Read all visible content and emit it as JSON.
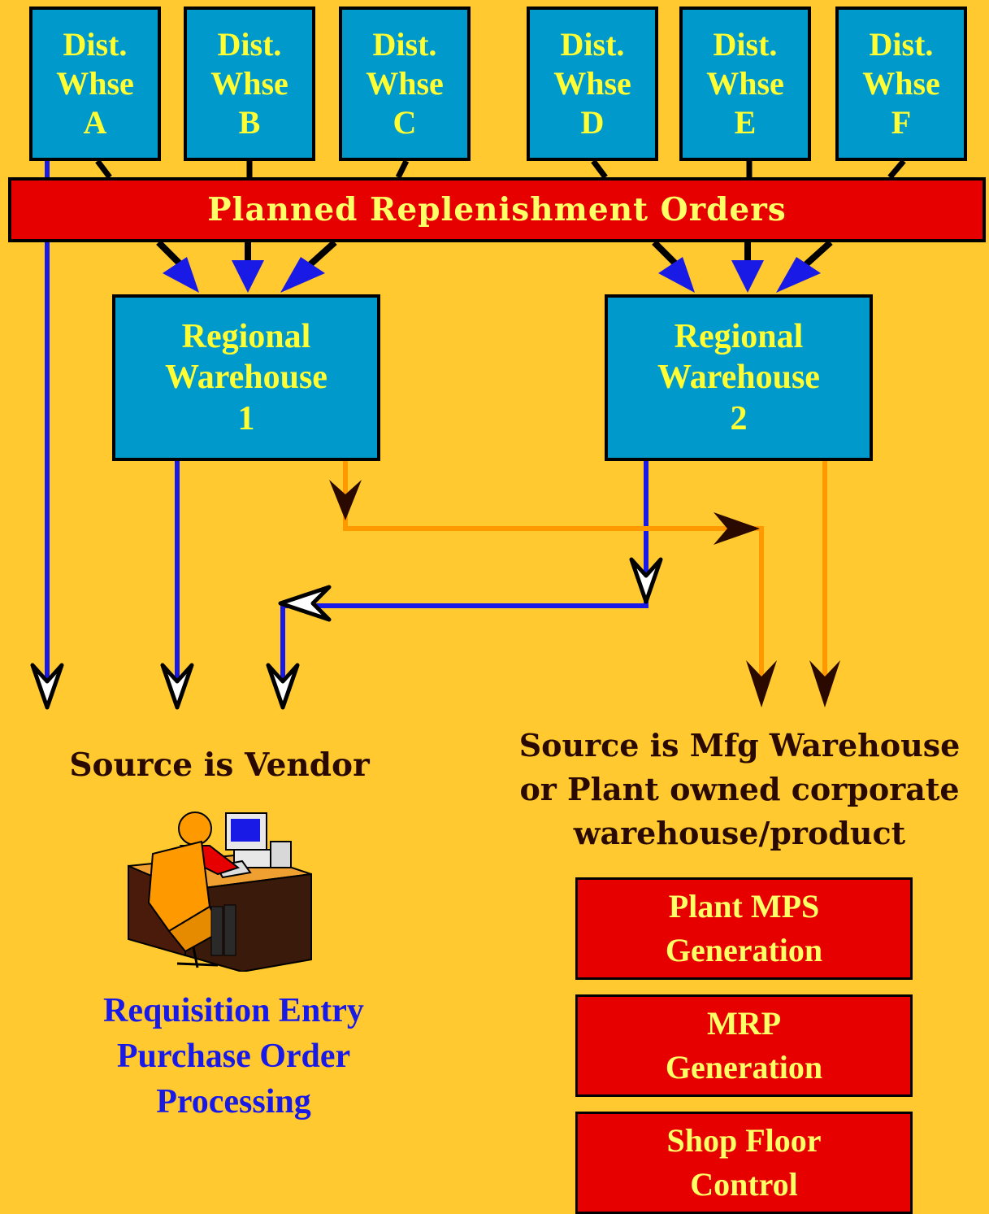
{
  "distribution_warehouses": [
    {
      "line1": "Dist.",
      "line2": "Whse",
      "line3": "A"
    },
    {
      "line1": "Dist.",
      "line2": "Whse",
      "line3": "B"
    },
    {
      "line1": "Dist.",
      "line2": "Whse",
      "line3": "C"
    },
    {
      "line1": "Dist.",
      "line2": "Whse",
      "line3": "D"
    },
    {
      "line1": "Dist.",
      "line2": "Whse",
      "line3": "E"
    },
    {
      "line1": "Dist.",
      "line2": "Whse",
      "line3": "F"
    }
  ],
  "planned_orders_label": "Planned Replenishment Orders",
  "regional_warehouses": [
    {
      "line1": "Regional",
      "line2": "Warehouse",
      "line3": "1"
    },
    {
      "line1": "Regional",
      "line2": "Warehouse",
      "line3": "2"
    }
  ],
  "vendor_source": {
    "title": "Source is Vendor",
    "process_lines": [
      "Requisition Entry",
      "Purchase Order",
      "Processing"
    ]
  },
  "mfg_source": {
    "title_lines": [
      "Source is Mfg Warehouse",
      "or Plant owned corporate",
      "warehouse/product"
    ],
    "steps": [
      {
        "line1": "Plant MPS",
        "line2": "Generation"
      },
      {
        "line1": "MRP",
        "line2": "Generation"
      },
      {
        "line1": "Shop Floor",
        "line2": "Control"
      }
    ]
  },
  "colors": {
    "background": "#FFC92F",
    "warehouse_box": "#0099CC",
    "box_text": "#FFFF33",
    "order_bar": "#E60000",
    "vendor_flow": "#1A1AE6",
    "mfg_flow": "#FF9900"
  },
  "icons": [
    "computer-operator-icon"
  ]
}
